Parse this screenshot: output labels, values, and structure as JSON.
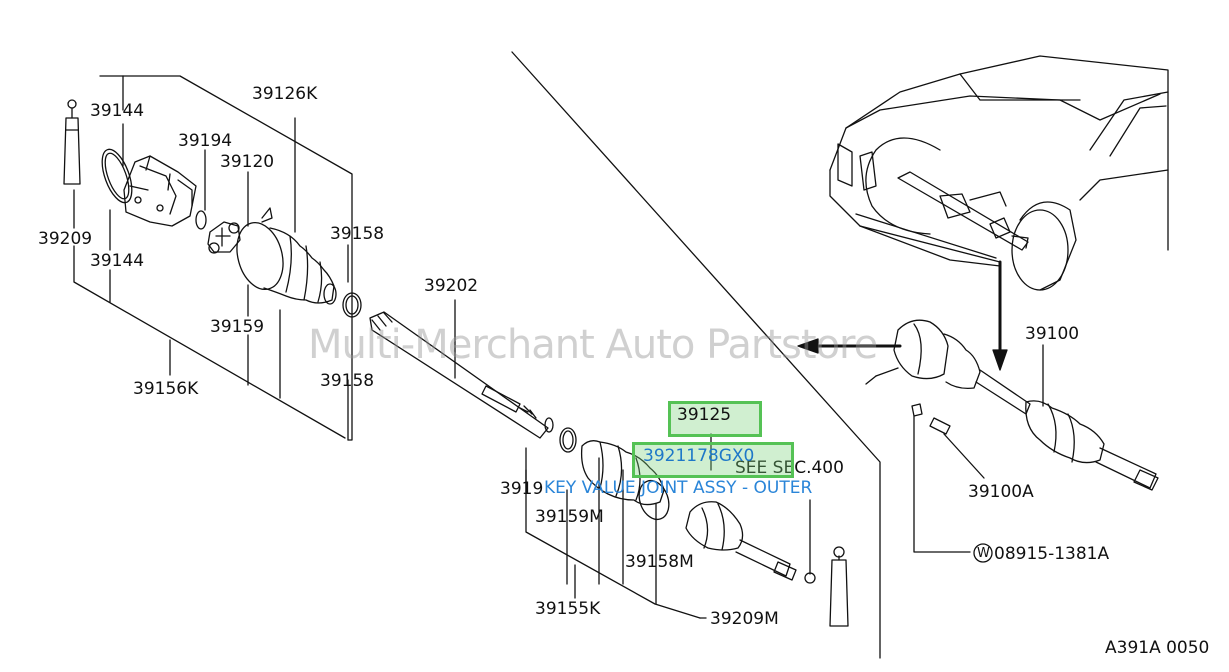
{
  "watermark": "Multi-Merchant Auto Partstore",
  "description": "KEY VALUE JOINT ASSY - OUTER",
  "highlighted_parts": {
    "primary": "39125",
    "secondary": "3921178GX0"
  },
  "labels": {
    "p39144_top": "39144",
    "p39126K": "39126K",
    "p39194": "39194",
    "p39120": "39120",
    "p39209": "39209",
    "p39144_bottom": "39144",
    "p39158_upper": "39158",
    "p39202": "39202",
    "p39159": "39159",
    "p39158_lower": "39158",
    "p39156K": "39156K",
    "p39100": "39100",
    "see_sec": "SEE SEC.400",
    "p3919x": "3919",
    "p39159M": "39159M",
    "p39100A": "39100A",
    "p39158M": "39158M",
    "w_code": "08915-1381A",
    "w_symbol": "W",
    "p39155K": "39155K",
    "p39209M": "39209M",
    "figure_code": "A391A 0050"
  },
  "colors": {
    "highlight_border": "#55c255",
    "highlight_fill": "#8fd88f",
    "description_text": "#2a85d8",
    "line": "#111111"
  }
}
